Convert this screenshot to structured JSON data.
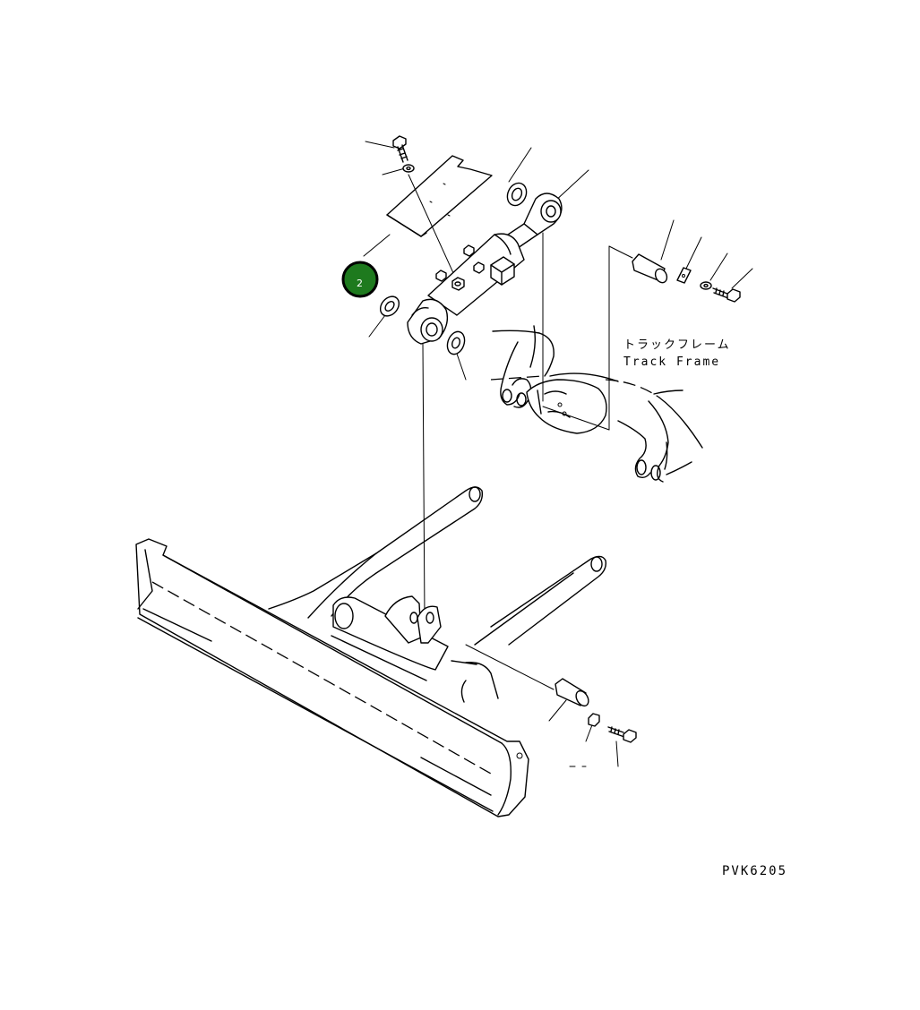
{
  "labels": {
    "track_frame_jp": "トラックフレーム",
    "track_frame_en": "Track Frame",
    "figure_code": "PVK6205"
  },
  "callout": {
    "number": "2",
    "fill_color": "#1e7a1e",
    "ring_color": "#000000"
  }
}
